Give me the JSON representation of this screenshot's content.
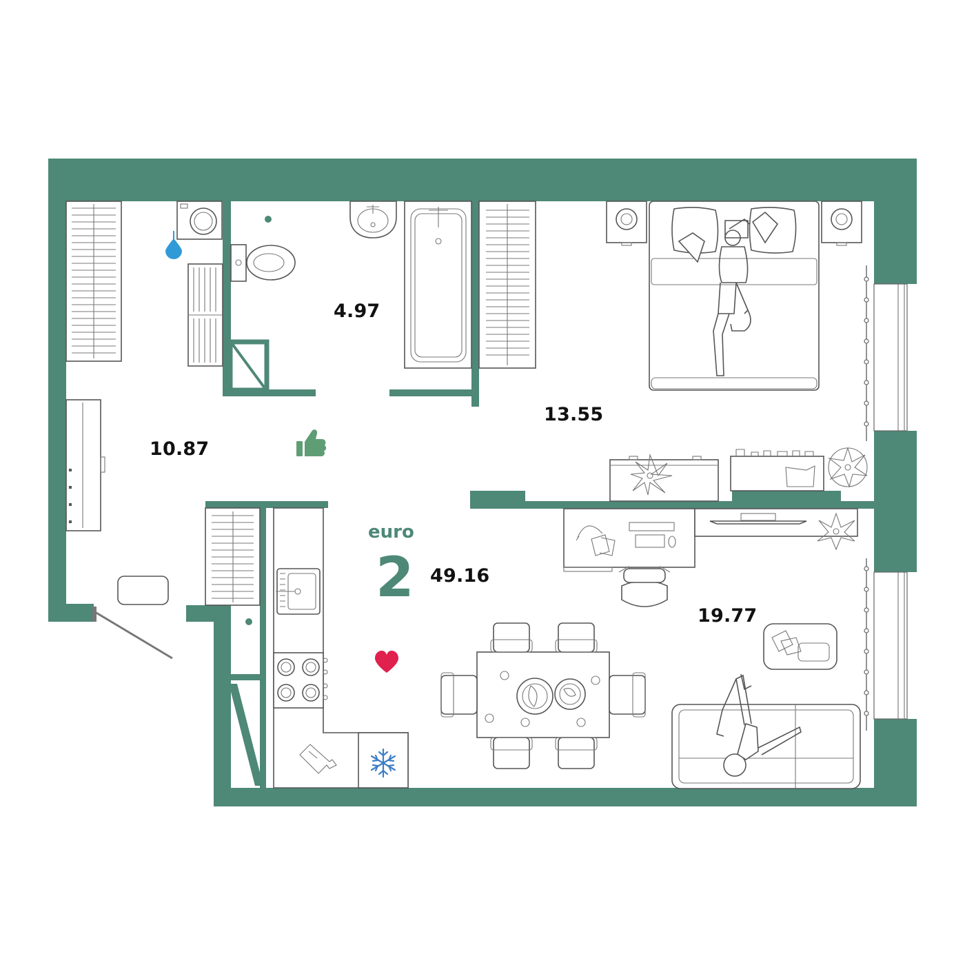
{
  "plan": {
    "unit_type": "euro",
    "room_count": "2",
    "total_area": "49.16",
    "rooms": [
      {
        "id": "bathroom",
        "area": "4.97"
      },
      {
        "id": "bedroom",
        "area": "13.55"
      },
      {
        "id": "hallway",
        "area": "10.87"
      },
      {
        "id": "kitchen-living",
        "area": "19.77"
      }
    ]
  },
  "icons": [
    "water-drop-icon",
    "thumbs-up-icon",
    "heart-icon",
    "snowflake-icon"
  ],
  "colors": {
    "wall": "#4e8877",
    "water_drop": "#2f9ad6",
    "thumbs_up": "#5f9e74",
    "heart": "#e0204d",
    "snowflake": "#3d7ec4",
    "furniture_line": "#555555"
  }
}
